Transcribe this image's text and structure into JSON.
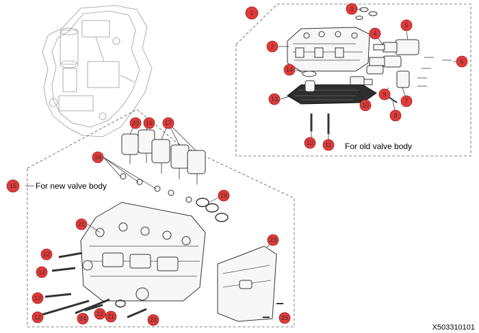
{
  "captions": {
    "old_valve_body": "For old valve body",
    "new_valve_body": "For new  valve body"
  },
  "diagram_id": "X503310101",
  "callouts": {
    "c1": "1",
    "c2": "2",
    "c3": "3",
    "c4": "4",
    "c5": "5",
    "c6": "6",
    "c7": "7",
    "c8": "8",
    "c9": "9",
    "c10": "10",
    "c11": "11",
    "c12": "12",
    "c13": "13",
    "c14": "14",
    "c15": "15",
    "c16": "16",
    "c17": "17",
    "c18": "18",
    "c19": "19",
    "c20": "20",
    "c21": "21",
    "c22": "22",
    "c23": "23",
    "c24": "24",
    "c25": "25"
  },
  "colors": {
    "callout_fill": "#e23a3a",
    "callout_stroke": "#9e1c1c",
    "line": "#333333",
    "ghost_line": "#9a9a9a",
    "frame": "#555555"
  }
}
